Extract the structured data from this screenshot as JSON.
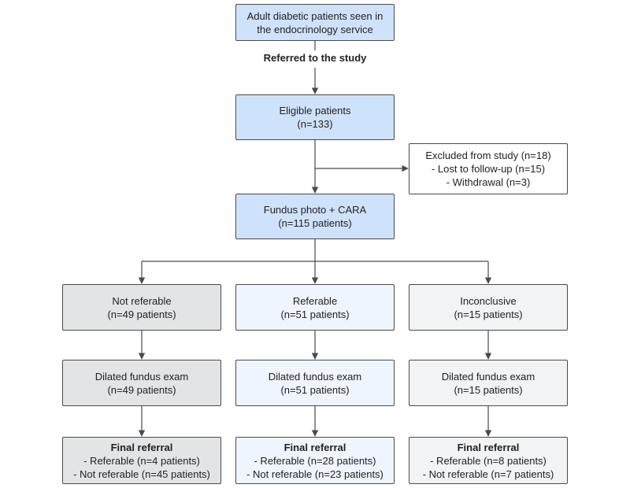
{
  "colors": {
    "blue_fill": "#cfe2fb",
    "pale_blue_fill": "#eef5fe",
    "grey_fill": "#e3e4e6",
    "light_grey_fill": "#f2f3f4",
    "border": "#4a4a4a"
  },
  "flow": {
    "start": {
      "line1": "Adult diabetic patients seen in",
      "line2": "the endocrinology service"
    },
    "referral_label": "Referred to the study",
    "eligible": {
      "line1": "Eligible patients",
      "line2": "(n=133)"
    },
    "excluded": {
      "line1": "Excluded from study (n=18)",
      "line2": "- Lost to follow-up (n=15)",
      "line3": "- Withdrawal (n=3)"
    },
    "fundus": {
      "line1": "Fundus photo + CARA",
      "line2": "(n=115 patients)"
    }
  },
  "branches": [
    {
      "category": {
        "line1": "Not referable",
        "line2": "(n=49 patients)"
      },
      "exam": {
        "line1": "Dilated fundus exam",
        "line2": "(n=49 patients)"
      },
      "final": {
        "title": "Final referral",
        "line1": "- Referable (n=4 patients)",
        "line2": "- Not referable (n=45 patients)"
      }
    },
    {
      "category": {
        "line1": "Referable",
        "line2": "(n=51 patients)"
      },
      "exam": {
        "line1": "Dilated fundus exam",
        "line2": "(n=51 patients)"
      },
      "final": {
        "title": "Final referral",
        "line1": "- Referable (n=28 patients)",
        "line2": "- Not referable (n=23 patients)"
      }
    },
    {
      "category": {
        "line1": "Inconclusive",
        "line2": "(n=15 patients)"
      },
      "exam": {
        "line1": "Dilated fundus exam",
        "line2": "(n=15 patients)"
      },
      "final": {
        "title": "Final referral",
        "line1": "- Referable (n=8 patients)",
        "line2": "- Not referable (n=7 patients)"
      }
    }
  ]
}
